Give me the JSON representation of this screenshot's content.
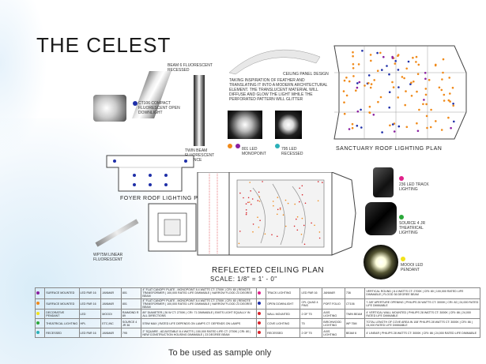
{
  "page": {
    "title": "THE CELEST",
    "watermark": "To be used as sample only"
  },
  "plans": {
    "sanctuary": "SANCTUARY ROOF LIGHTING PLAN",
    "foyer": "FOYER ROOF LIGHTING PLAN",
    "reflected": "REFLECTED CEILING PLAN",
    "scale": "SCALE: 1/8\" = 1' - 0\""
  },
  "fixtures": {
    "beam6": "BEAM 6 FLUORESCENT RECESSED",
    "ct106": "CT106 COMPACT FLUORESCENT OPEN DOWNLIGHT",
    "twin_beam": "TWIN BEAM FLUORESCENT SCONCE",
    "monopoint": "801 LED MONOPOINT",
    "recessed": "795 LED RECESSED",
    "track": "236 LED TRACK LIGHTING",
    "source4": "SOURCE 4 JR THEATRICAL LIGHTING",
    "moooi": "MOOOI LED PENDANT",
    "wp75m": "WP75M LINEAR FLUORESCENT",
    "ceiling_panel": "CEILING PANEL DESIGN"
  },
  "description": "TAKING INSPIRATION OF FEATHER AND TRANSLATING IT INTO A MODERN ARCHITECTURAL ELEMENT. THE TRANSLUCENT MATERIAL WILL DIFFUSE AND GLOW THE LIGHT WHILE THE PERFORATED PATTERN WILL GLITTER",
  "colors": {
    "blue": "#1f2fa8",
    "purple": "#8a1fa0",
    "orange": "#f08a1a",
    "magenta": "#e0208a",
    "green": "#2aa83a",
    "yellow": "#f2e21a",
    "teal": "#2bb0b8",
    "red": "#d8232a"
  },
  "legend": {
    "left": [
      {
        "name": "SURFACE MOUNTED",
        "type": "LED PAR 16",
        "mfr": "JANMAR",
        "model": "801",
        "spec": "4\" FLAT CANOPY PLATE - MONOPOINT 8.4 WATTS CT: 2700K | CRI: 80 | REMOTE TRANSFORMER | 100,000 RATED LIFE DIMMABLE | NARROW FLOOD 23 DEGREE BEAM"
      },
      {
        "name": "SURFACE MOUNTED",
        "type": "LED PAR 16",
        "mfr": "JANMAR",
        "model": "801",
        "spec": "4\" FLAT CANOPY PLATE - MONOPOINT 8.4 WATTS CT: 2700K | CRI: 80 | REMOTE TRANSFORMER | 100,000 RATED LIFE DIMMABLE | NARROW FLOOD 23 DEGREE BEAM"
      },
      {
        "name": "DECORATIVE PENDANT",
        "type": "LED",
        "mfr": "MOOOI",
        "model": "RAIMOND R 89",
        "spec": "89\" DIAMETER | 26 W CT: 2700K | CRI: 71 DIMMABLE | EMITS LIGHT EQUALLY IN ALL DIRECTIONS"
      },
      {
        "name": "THEATRICAL LIGHTING",
        "type": "HPL",
        "mfr": "ETC,INC",
        "model": "SOURCE 4 JR 36",
        "spec": "575W MAX | RATED LIFE DEPENDS ON LAMPS CT: DEPENDS ON LAMPS"
      },
      {
        "name": "RECESSED",
        "type": "LED PAR 16",
        "mfr": "JANMAR",
        "model": "795",
        "spec": "2\" SQUARE - ADJUSTABLE 8.4 WATTS | 150,000 RATED LIFE CT: 2700K | CRI: 80 | NEW CONSTRUCTION HOUSING DIMMABLE | 23 DEGREE BEAM"
      }
    ],
    "right": [
      {
        "name": "TRACK LIGHTING",
        "type": "LED PAR 16",
        "mfr": "JANMAR",
        "model": "736",
        "spec": "VERTICAL ROUND | 8.4 WATTS CT: 2700K | CRI: 80 | 100,000 RATED LIFE DIMMABLE | FLOOD 36 DEGREE BEAM"
      },
      {
        "name": "OPEN DOWNLIGHT",
        "type": "CFL QUAD 4 PINS",
        "mfr": "PORT FOLIO",
        "model": "CT106",
        "spec": "7-3/8\" APERTURE OPENING | PHILIPS 26 WATTS CT: 3000K | CRI: 82 | 24,000 RATED LIFE DIMMABLE"
      },
      {
        "name": "WALL MOUNTED",
        "type": "2 OF T5",
        "mfr": "AXIS LIGHTING",
        "model": "TWIN BEAM",
        "spec": "4' VERTICAL WALL MOUNTED | PHILIPS 28 WATTS CT: 3000K | CRI: 86 | 24,000 RATED LIFE DIMMABLE"
      },
      {
        "name": "COVE LIGHTING",
        "type": "T5",
        "mfr": "BIRCHWOOD LIGHTING",
        "model": "WP 75M",
        "spec": "TOTAL LENGTH OF COVE AREA IN 108' PHILIPS 28 WATTS CT: 3000K | CRI: 86 | 24,000 RATED LIFE DIMMABLE"
      },
      {
        "name": "RECESSED",
        "type": "2 OF T5",
        "mfr": "AXIS LIGHTING",
        "model": "BEAM 6",
        "spec": "4' LINEAR | PHILIPS 28 WATTS CT: 3000K | CRI: 86 | 24,000 RATED LIFE DIMMABLE"
      }
    ]
  }
}
